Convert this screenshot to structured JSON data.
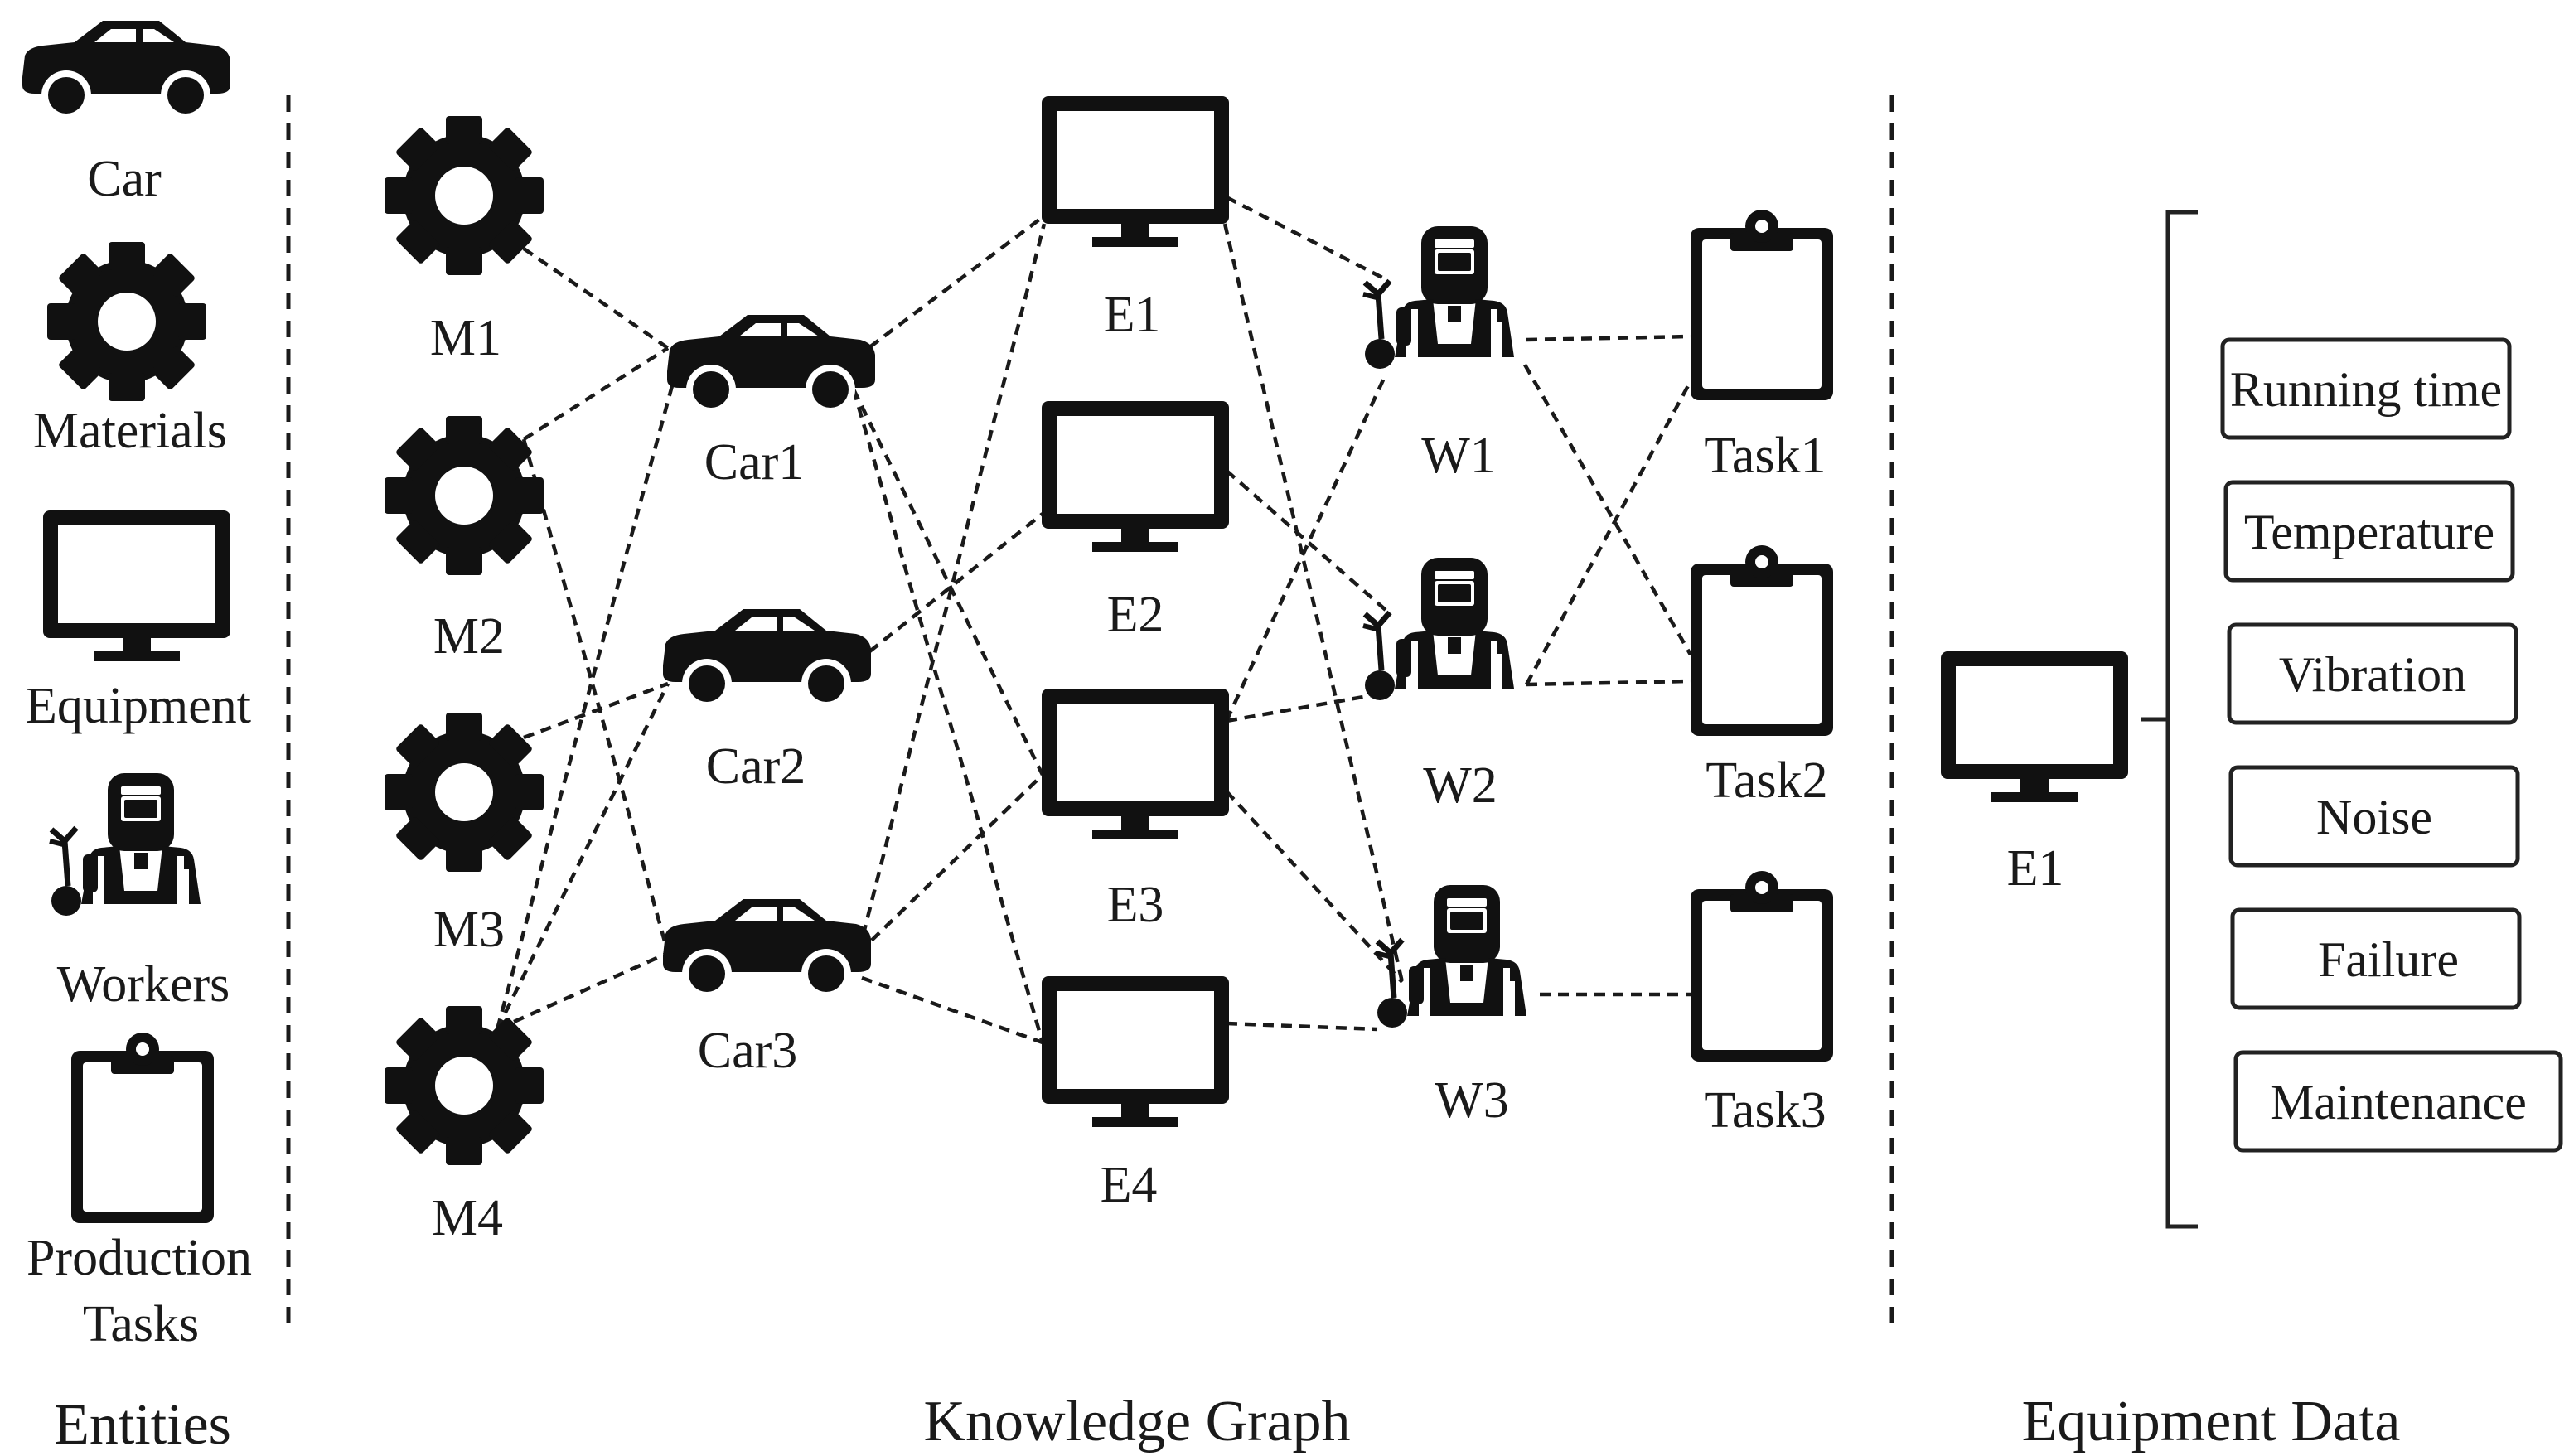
{
  "sections": {
    "entities": "Entities",
    "knowledge_graph": "Knowledge Graph",
    "equipment_data": "Equipment Data"
  },
  "legend": {
    "car": "Car",
    "materials": "Materials",
    "equipment": "Equipment",
    "workers": "Workers",
    "tasks_line1": "Production",
    "tasks_line2": "Tasks"
  },
  "nodes": {
    "M1": "M1",
    "M2": "M2",
    "M3": "M3",
    "M4": "M4",
    "Car1": "Car1",
    "Car2": "Car2",
    "Car3": "Car3",
    "E1": "E1",
    "E2": "E2",
    "E3": "E3",
    "E4": "E4",
    "W1": "W1",
    "W2": "W2",
    "W3": "W3",
    "Task1": "Task1",
    "Task2": "Task2",
    "Task3": "Task3"
  },
  "edges": [
    [
      "M1",
      "Car1"
    ],
    [
      "M2",
      "Car1"
    ],
    [
      "M2",
      "Car3"
    ],
    [
      "M3",
      "Car2"
    ],
    [
      "M4",
      "Car1"
    ],
    [
      "M4",
      "Car2"
    ],
    [
      "M4",
      "Car3"
    ],
    [
      "Car1",
      "E1"
    ],
    [
      "Car1",
      "E3"
    ],
    [
      "Car1",
      "E4"
    ],
    [
      "Car2",
      "E2"
    ],
    [
      "Car3",
      "E1"
    ],
    [
      "Car3",
      "E3"
    ],
    [
      "Car3",
      "E4"
    ],
    [
      "E1",
      "W1"
    ],
    [
      "E1",
      "W3"
    ],
    [
      "E2",
      "W2"
    ],
    [
      "E3",
      "W1"
    ],
    [
      "E3",
      "W2"
    ],
    [
      "E3",
      "W3"
    ],
    [
      "E4",
      "W3"
    ],
    [
      "W1",
      "Task1"
    ],
    [
      "W1",
      "Task2"
    ],
    [
      "W2",
      "Task1"
    ],
    [
      "W2",
      "Task2"
    ],
    [
      "W3",
      "Task3"
    ]
  ],
  "equipment_panel": {
    "device": "E1",
    "attributes": [
      "Running time",
      "Temperature",
      "Vibration",
      "Noise",
      "Failure",
      "Maintenance"
    ]
  }
}
